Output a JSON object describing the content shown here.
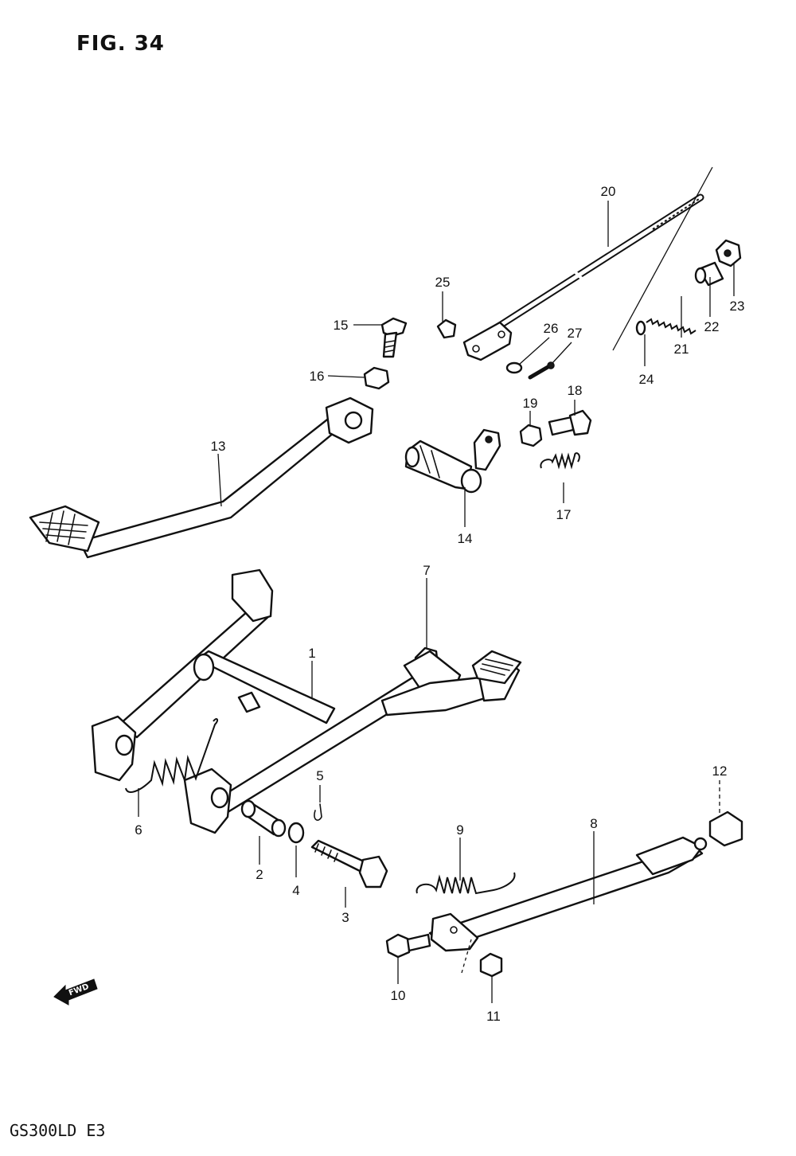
{
  "figure": {
    "title": "FIG. 34",
    "model_code": "GS300LD E3",
    "direction_badge": "FWD"
  },
  "callouts": [
    {
      "number": "1",
      "part": "center-stand"
    },
    {
      "number": "2",
      "part": "stand-collar"
    },
    {
      "number": "3",
      "part": "stand-bolt"
    },
    {
      "number": "4",
      "part": "washer"
    },
    {
      "number": "5",
      "part": "cotter-pin"
    },
    {
      "number": "6",
      "part": "center-stand-spring"
    },
    {
      "number": "7",
      "part": "cap-nut"
    },
    {
      "number": "8",
      "part": "side-stand"
    },
    {
      "number": "9",
      "part": "side-stand-spring"
    },
    {
      "number": "10",
      "part": "side-stand-bolt"
    },
    {
      "number": "11",
      "part": "side-stand-nut"
    },
    {
      "number": "12",
      "part": "rubber-cap"
    },
    {
      "number": "13",
      "part": "brake-pedal"
    },
    {
      "number": "14",
      "part": "pedal-shaft"
    },
    {
      "number": "15",
      "part": "pedal-bolt"
    },
    {
      "number": "16",
      "part": "pedal-nut"
    },
    {
      "number": "17",
      "part": "return-spring"
    },
    {
      "number": "18",
      "part": "spring-bolt"
    },
    {
      "number": "19",
      "part": "spring-nut"
    },
    {
      "number": "20",
      "part": "brake-rod"
    },
    {
      "number": "21",
      "part": "rod-spring"
    },
    {
      "number": "22",
      "part": "rod-joint"
    },
    {
      "number": "23",
      "part": "adjusting-nut"
    },
    {
      "number": "24",
      "part": "rod-washer"
    },
    {
      "number": "25",
      "part": "grease-nipple"
    },
    {
      "number": "26",
      "part": "link-washer"
    },
    {
      "number": "27",
      "part": "link-pin"
    }
  ]
}
